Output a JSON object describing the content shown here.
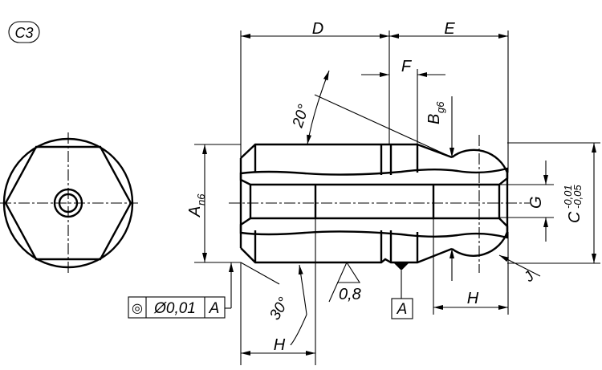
{
  "view_label": "C3",
  "dimensions": {
    "D": "D",
    "E": "E",
    "F": "F",
    "B": "B",
    "B_tol": "g6",
    "A": "A",
    "A_tol": "n6",
    "C": "C",
    "C_tol_upper": "-0,01",
    "C_tol_lower": "-0,05",
    "G": "G",
    "H_left": "H",
    "H_right": "H",
    "J": "J"
  },
  "angles": {
    "top": "20°",
    "bottom": "30°"
  },
  "surface_finish": "0,8",
  "tolerance_frame": {
    "symbol": "◎",
    "value": "Ø0,01",
    "datum": "A"
  },
  "datum_label": "A"
}
